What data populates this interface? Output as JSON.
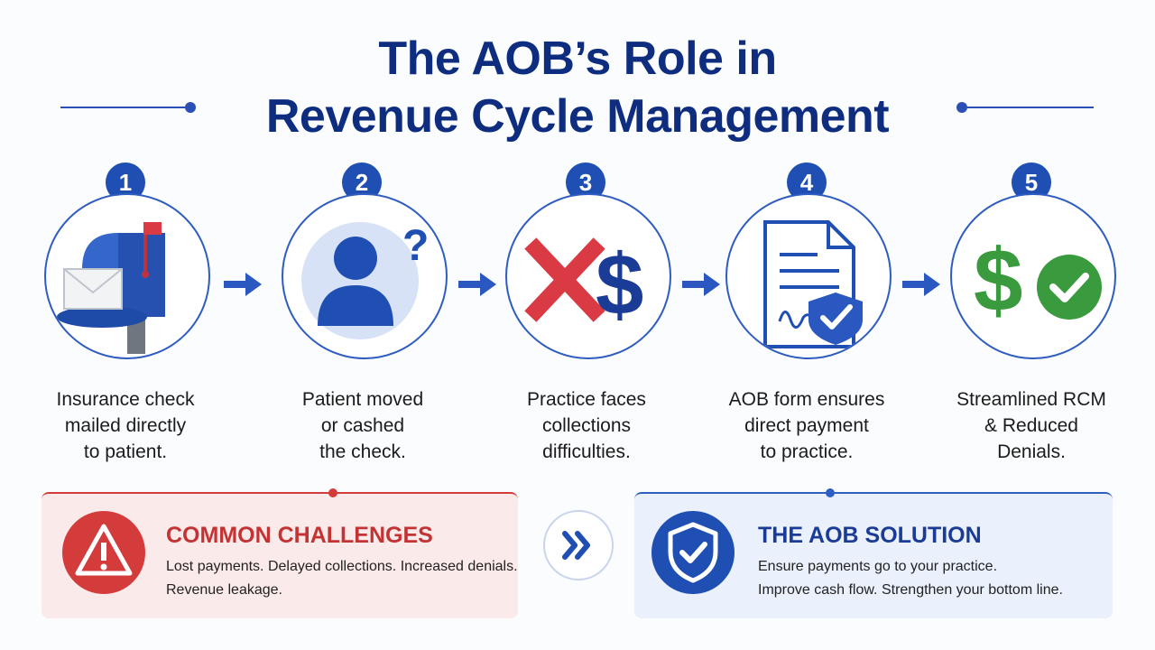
{
  "title": {
    "line1": "The AOB’s Role in",
    "line2": "Revenue Cycle Management"
  },
  "colors": {
    "navy": "#0e2d7f",
    "blue": "#1f4fb3",
    "red": "#d43b3b",
    "green": "#3a9a3e"
  },
  "steps": [
    {
      "number": "1",
      "icon": "mailbox-icon",
      "caption": [
        "Insurance check",
        "mailed directly",
        "to patient."
      ]
    },
    {
      "number": "2",
      "icon": "person-question-icon",
      "caption": [
        "Patient moved",
        "or cashed",
        "the check."
      ]
    },
    {
      "number": "3",
      "icon": "x-dollar-icon",
      "caption": [
        "Practice faces",
        "collections",
        "difficulties."
      ]
    },
    {
      "number": "4",
      "icon": "signed-form-shield-icon",
      "caption": [
        "AOB form ensures",
        "direct payment",
        "to practice."
      ]
    },
    {
      "number": "5",
      "icon": "dollar-check-icon",
      "caption": [
        "Streamlined RCM",
        "& Reduced",
        "Denials."
      ]
    }
  ],
  "challenges": {
    "title": "COMMON CHALLENGES",
    "lines": [
      "Lost payments. Delayed collections. Increased denials.",
      "Revenue leakage."
    ]
  },
  "solution": {
    "title": "THE AOB SOLUTION",
    "lines": [
      "Ensure payments go to your practice.",
      "Improve cash flow. Strengthen your bottom line."
    ]
  }
}
